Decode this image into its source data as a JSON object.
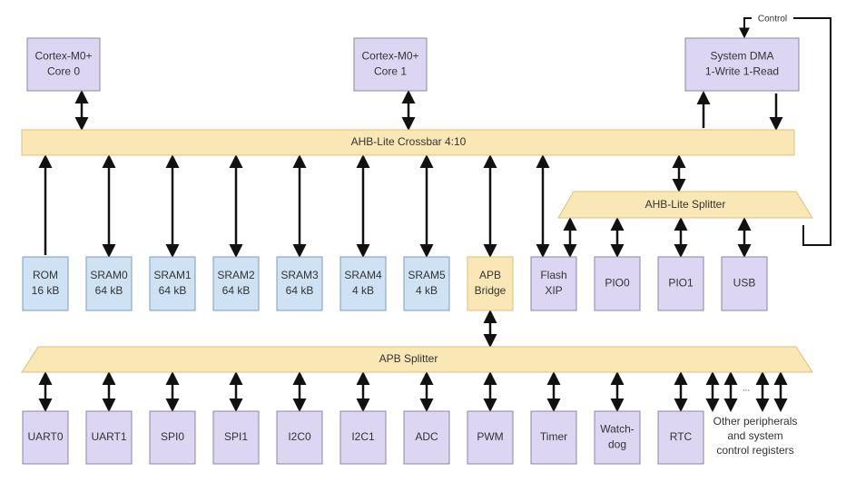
{
  "diagram": {
    "processors": [
      {
        "id": "core0",
        "lines": [
          "Cortex-M0+",
          "Core 0"
        ]
      },
      {
        "id": "core1",
        "lines": [
          "Cortex-M0+",
          "Core 1"
        ]
      },
      {
        "id": "dma",
        "lines": [
          "System DMA",
          "1-Write 1-Read"
        ]
      }
    ],
    "control_label": "Control",
    "crossbar_label": "AHB-Lite Crossbar 4:10",
    "ahb_splitter_label": "AHB-Lite Splitter",
    "apb_splitter_label": "APB Splitter",
    "memories": [
      {
        "id": "rom",
        "lines": [
          "ROM",
          "16 kB"
        ]
      },
      {
        "id": "sram0",
        "lines": [
          "SRAM0",
          "64 kB"
        ]
      },
      {
        "id": "sram1",
        "lines": [
          "SRAM1",
          "64 kB"
        ]
      },
      {
        "id": "sram2",
        "lines": [
          "SRAM2",
          "64 kB"
        ]
      },
      {
        "id": "sram3",
        "lines": [
          "SRAM3",
          "64 kB"
        ]
      },
      {
        "id": "sram4",
        "lines": [
          "SRAM4",
          "4 kB"
        ]
      },
      {
        "id": "sram5",
        "lines": [
          "SRAM5",
          "4 kB"
        ]
      }
    ],
    "apb_bridge": {
      "id": "apb-bridge",
      "lines": [
        "APB",
        "Bridge"
      ]
    },
    "ahb_devices": [
      {
        "id": "flash-xip",
        "lines": [
          "Flash",
          "XIP"
        ]
      },
      {
        "id": "pio0",
        "lines": [
          "PIO0"
        ]
      },
      {
        "id": "pio1",
        "lines": [
          "PIO1"
        ]
      },
      {
        "id": "usb",
        "lines": [
          "USB"
        ]
      }
    ],
    "apb_peripherals": [
      {
        "id": "uart0",
        "lines": [
          "UART0"
        ]
      },
      {
        "id": "uart1",
        "lines": [
          "UART1"
        ]
      },
      {
        "id": "spi0",
        "lines": [
          "SPI0"
        ]
      },
      {
        "id": "spi1",
        "lines": [
          "SPI1"
        ]
      },
      {
        "id": "i2c0",
        "lines": [
          "I2C0"
        ]
      },
      {
        "id": "i2c1",
        "lines": [
          "I2C1"
        ]
      },
      {
        "id": "adc",
        "lines": [
          "ADC"
        ]
      },
      {
        "id": "pwm",
        "lines": [
          "PWM"
        ]
      },
      {
        "id": "timer",
        "lines": [
          "Timer"
        ]
      },
      {
        "id": "watchdog",
        "lines": [
          "Watch-",
          "dog"
        ]
      },
      {
        "id": "rtc",
        "lines": [
          "RTC"
        ]
      }
    ],
    "other_label_lines": [
      "Other peripherals",
      "and system",
      "control registers"
    ],
    "ellipsis": "...",
    "colors": {
      "processor_fill": "#ddd6f3",
      "processor_stroke": "#8b84a8",
      "memory_fill": "#cfe2f3",
      "memory_stroke": "#7a9cbf",
      "bus_fill": "#f9e7b5",
      "bus_stroke": "#dcc07a",
      "arrow": "#111111",
      "text": "#333333"
    }
  }
}
